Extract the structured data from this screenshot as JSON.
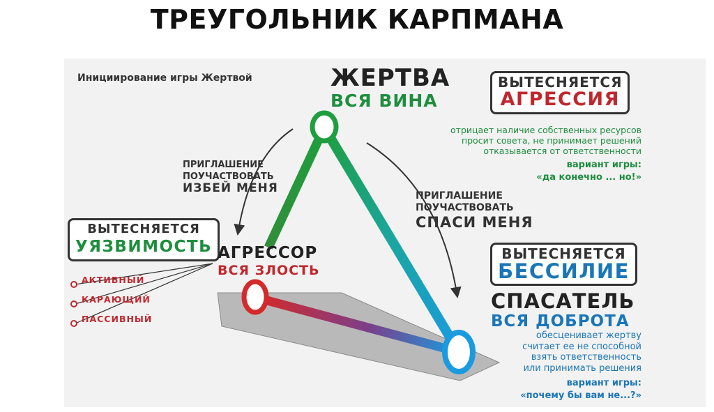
{
  "title": "ТРЕУГОЛЬНИК КАРПМАНА",
  "initiation_note": "Инициирование игры Жертвой",
  "victim": {
    "title": "ЖЕРТВА",
    "subtitle": "ВСЯ ВИНА",
    "displaced_label": "ВЫТЕСНЯЕТСЯ",
    "displaced_value": "АГРЕССИЯ",
    "description": [
      "отрицает наличие собственных ресурсов",
      "просит совета, не принимает решений",
      "отказывается от ответственности"
    ],
    "game_label": "вариант игры:",
    "game_value": "«да конечно ... но!»"
  },
  "aggressor": {
    "title": "АГРЕССОР",
    "subtitle": "ВСЯ ЗЛОСТЬ",
    "displaced_label": "ВЫТЕСНЯЕТСЯ",
    "displaced_value": "УЯЗВИМОСТЬ",
    "types": [
      "АКТИВНЫЙ",
      "КАРАЮЩИЙ",
      "ПАССИВНЫЙ"
    ]
  },
  "rescuer": {
    "title": "СПАСАТЕЛЬ",
    "subtitle": "ВСЯ ДОБРОТА",
    "displaced_label": "ВЫТЕСНЯЕТСЯ",
    "displaced_value": "БЕССИЛИЕ",
    "description": [
      "обесценивает жертву",
      "считает ее не способной",
      "взять ответственность",
      "или принимать решения"
    ],
    "game_label": "вариант игры:",
    "game_value": "«почему бы вам не...?»"
  },
  "invitation_left": {
    "line1": "ПРИГЛАШЕНИЕ",
    "line2": "ПОУЧАСТВОВАТЬ",
    "line3": "ИЗБЕЙ МЕНЯ"
  },
  "invitation_right": {
    "line1": "ПРИГЛАШЕНИЕ",
    "line2": "ПОУЧАСТВОВАТЬ",
    "line3": "СПАСИ МЕНЯ"
  },
  "colors": {
    "victim": "#1e8e3e",
    "aggressor": "#d42a2a",
    "rescuer": "#1a9be0",
    "shadow": "#b9b9b9"
  }
}
